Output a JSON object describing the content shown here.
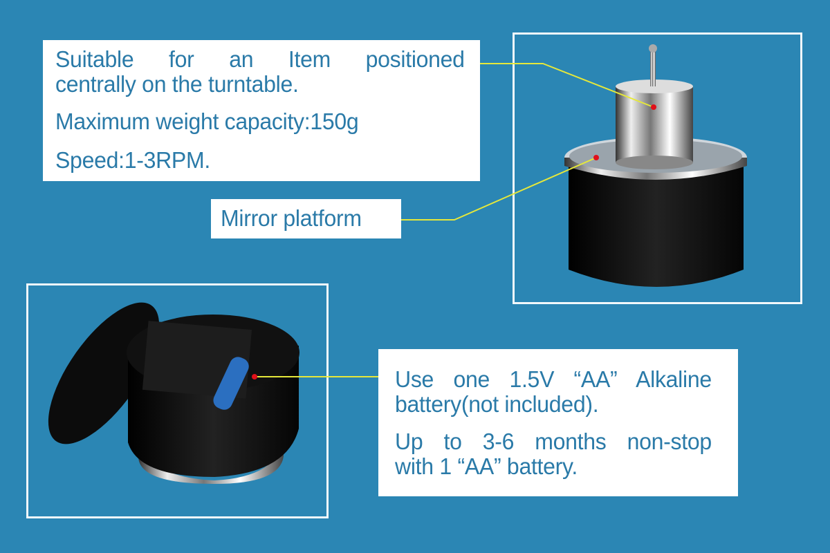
{
  "features": {
    "line1": "Suitable for an Item positioned",
    "line2": "centrally on the turntable.",
    "weight": "Maximum weight capacity:150g",
    "speed": "Speed:1-3RPM."
  },
  "mirror_label": "Mirror platform",
  "battery": {
    "line1": "Use one 1.5V “AA” Alkaline",
    "line2": "battery(not included).",
    "line3": "Up to 3-6 months non-stop",
    "line4": "with 1 “AA” battery."
  },
  "colors": {
    "background": "#2b86b4",
    "text": "#2a7aa8",
    "leader": "#e6e83a",
    "marker": "#e0101a"
  }
}
